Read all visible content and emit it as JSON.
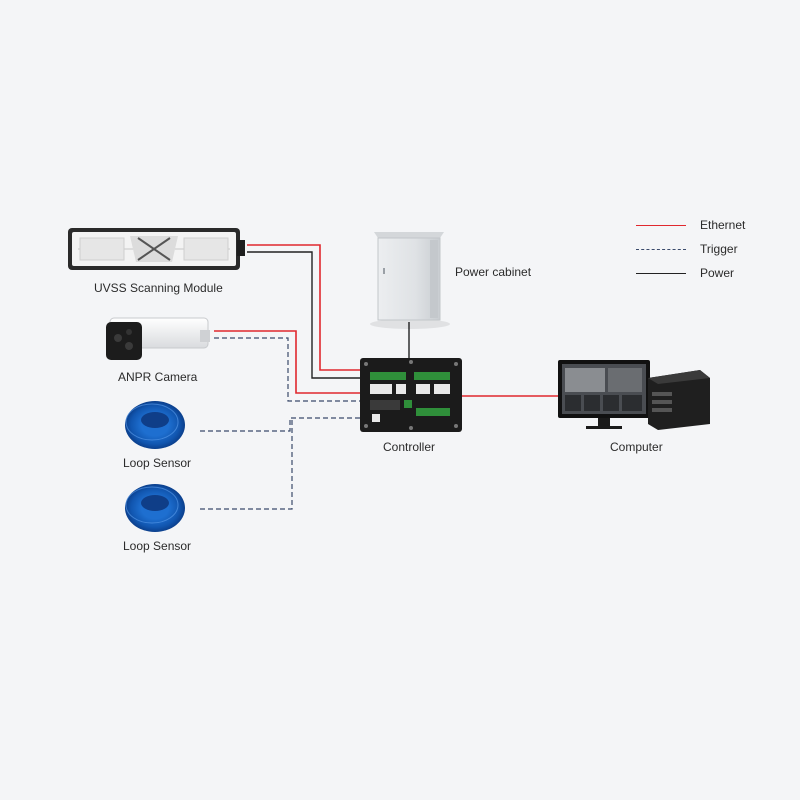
{
  "devices": {
    "uvss": {
      "label": "UVSS Scanning Module",
      "icon": "uvss-scanner-icon"
    },
    "anpr": {
      "label": "ANPR Camera",
      "icon": "bullet-camera-icon"
    },
    "loop1": {
      "label": "Loop Sensor",
      "icon": "loop-coil-icon"
    },
    "loop2": {
      "label": "Loop Sensor",
      "icon": "loop-coil-icon"
    },
    "power_cabinet": {
      "label": "Power cabinet",
      "icon": "power-cabinet-icon"
    },
    "controller": {
      "label": "Controller",
      "icon": "controller-board-icon"
    },
    "computer": {
      "label": "Computer",
      "icon": "computer-workstation-icon"
    }
  },
  "legend": {
    "ethernet": {
      "label": "Ethernet",
      "color": "#e0282e",
      "style": "solid"
    },
    "trigger": {
      "label": "Trigger",
      "color": "#3a4a6b",
      "style": "dashed"
    },
    "power": {
      "label": "Power",
      "color": "#222222",
      "style": "solid"
    }
  },
  "connections": [
    {
      "from": "uvss",
      "to": "controller",
      "type": "ethernet"
    },
    {
      "from": "uvss",
      "to": "controller",
      "type": "power"
    },
    {
      "from": "anpr",
      "to": "controller",
      "type": "ethernet"
    },
    {
      "from": "anpr",
      "to": "controller",
      "type": "trigger"
    },
    {
      "from": "loop1",
      "to": "controller",
      "type": "trigger"
    },
    {
      "from": "loop2",
      "to": "controller",
      "type": "trigger"
    },
    {
      "from": "power_cabinet",
      "to": "controller",
      "type": "power"
    },
    {
      "from": "controller",
      "to": "computer",
      "type": "ethernet"
    }
  ]
}
